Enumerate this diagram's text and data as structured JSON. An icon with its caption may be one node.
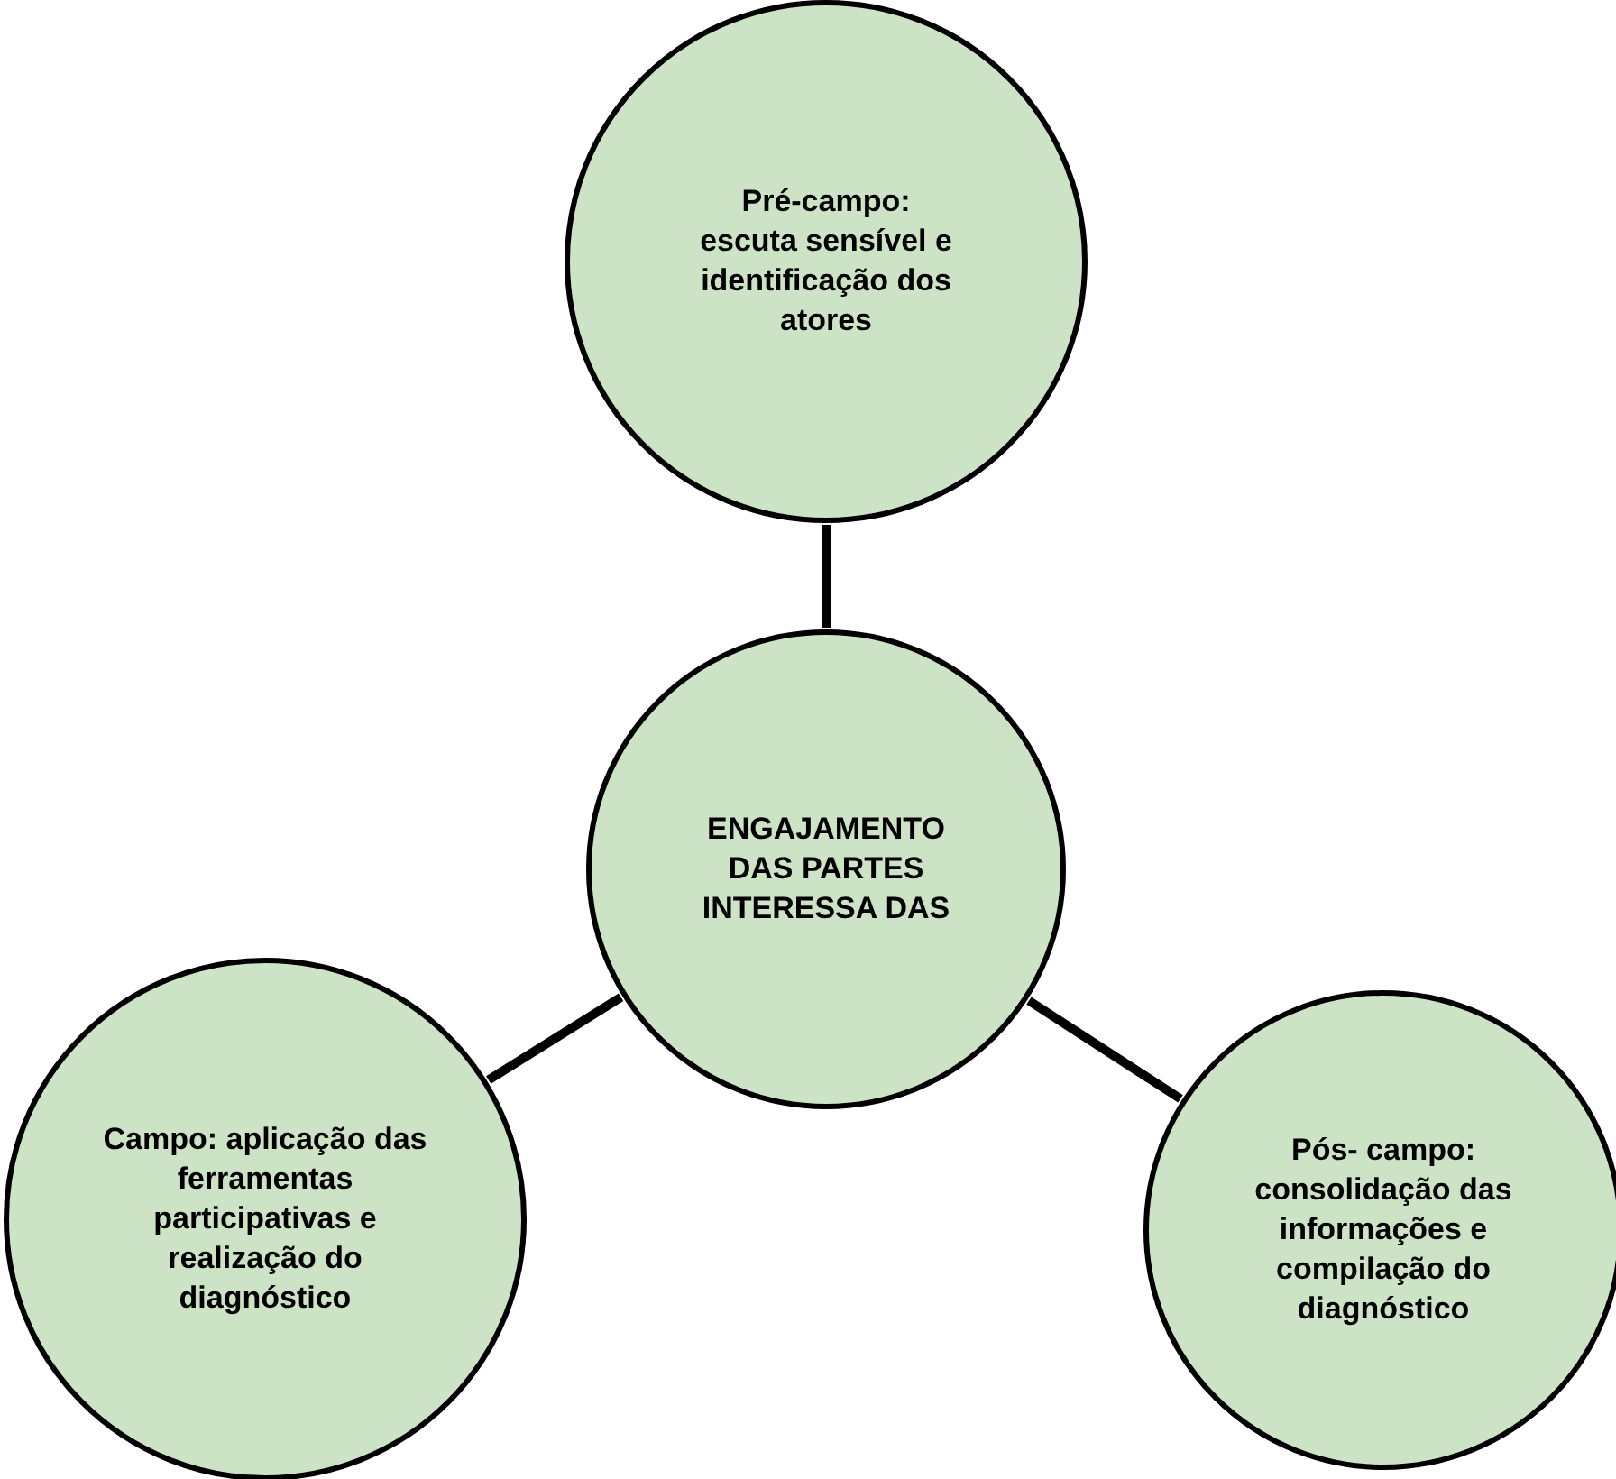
{
  "diagram": {
    "nodes": [
      {
        "text": [
          "Pré-campo: escuta sensível e identificação dos atores"
        ]
      },
      {
        "text": [
          "ENGAJAMENTO DAS PARTES INTERESSA DAS"
        ]
      },
      {
        "text": [
          "Campo: aplicação das ferramentas participativas e realização do diagnóstico"
        ]
      },
      {
        "text": [
          "Pós- campo: consolidação das informações e compilação do diagnóstico"
        ]
      }
    ],
    "edges": [
      {
        "from": 1,
        "to": 0,
        "arrow": "none"
      },
      {
        "from": 1,
        "to": 2,
        "arrow": "none"
      },
      {
        "from": 1,
        "to": 3,
        "arrow": "none"
      }
    ]
  }
}
